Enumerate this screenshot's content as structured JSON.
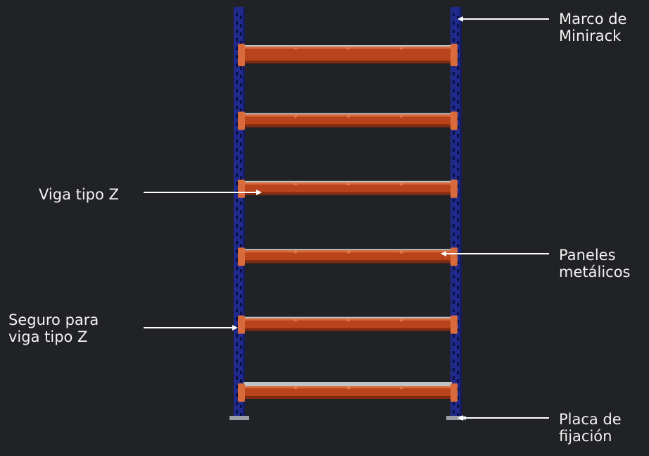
{
  "colors": {
    "background": "#212225",
    "frame": "#1f2a8c",
    "frame_dark": "#141b5e",
    "beam": "#b9441c",
    "beam_dark": "#7d2a10",
    "beam_light": "#d96a3c",
    "panel": "#bfc3c8",
    "arrow": "#ffffff",
    "text": "#f2f2f2"
  },
  "labels": {
    "frame": [
      "Marco de",
      "Minirack"
    ],
    "beam": [
      "Viga tipo Z"
    ],
    "panels": [
      "Paneles",
      "metálicos"
    ],
    "safety_lock": [
      "Seguro para",
      "viga tipo Z"
    ],
    "base_plate": [
      "Placa de",
      "fijación"
    ]
  },
  "rack": {
    "levels": 6
  }
}
